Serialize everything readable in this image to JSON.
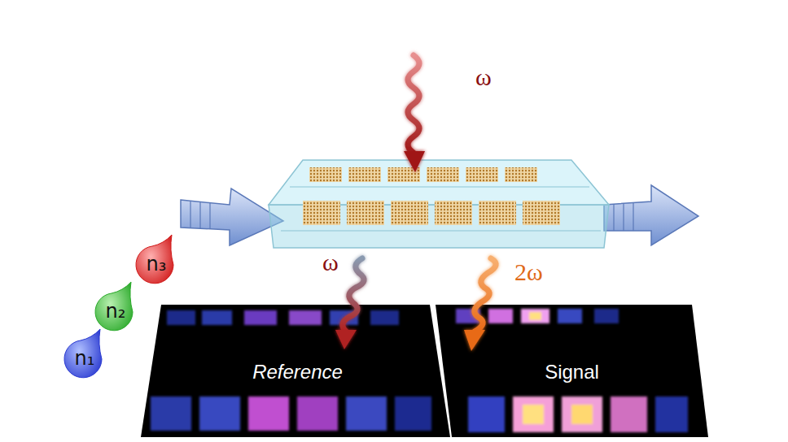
{
  "diagram": {
    "nodes": [
      {
        "text": [
          "n₃"
        ]
      },
      {
        "text": [
          "n₂"
        ]
      },
      {
        "text": [
          "n₁"
        ]
      },
      {
        "text": [
          "Reference"
        ]
      },
      {
        "text": [
          "Signal"
        ]
      }
    ],
    "labels": [
      "ω",
      "ω",
      "2ω"
    ]
  }
}
